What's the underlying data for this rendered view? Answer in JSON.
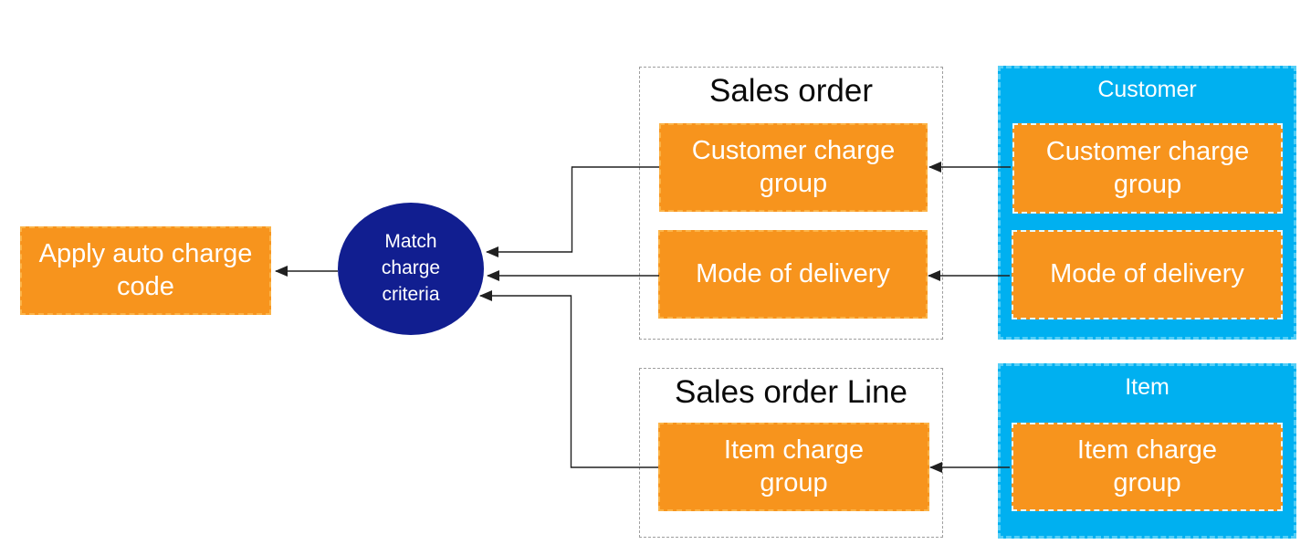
{
  "diagram": {
    "nodes": {
      "apply": {
        "label": "Apply auto charge code"
      },
      "match": {
        "label": "Match charge criteria"
      }
    },
    "groups": {
      "sales_order": {
        "title": "Sales order",
        "boxes": [
          {
            "label": "Customer charge group"
          },
          {
            "label": "Mode of delivery"
          }
        ]
      },
      "customer": {
        "title": "Customer",
        "boxes": [
          {
            "label": "Customer charge group"
          },
          {
            "label": "Mode of delivery"
          }
        ]
      },
      "sales_order_line": {
        "title": "Sales order Line",
        "boxes": [
          {
            "label": "Item charge group"
          }
        ]
      },
      "item": {
        "title": "Item",
        "boxes": [
          {
            "label": "Item charge group"
          }
        ]
      }
    },
    "colors": {
      "orange_fill": "#F7941D",
      "orange_border": "#FBB347",
      "cyan_fill": "#00B0F0",
      "cyan_border": "#55CFF7",
      "navy_circle": "#111E90",
      "gray_container_border": "#9E9E9E",
      "arrow": "#202020",
      "text_light": "#FFFFFF",
      "text_dark": "#0A0A0A"
    }
  }
}
